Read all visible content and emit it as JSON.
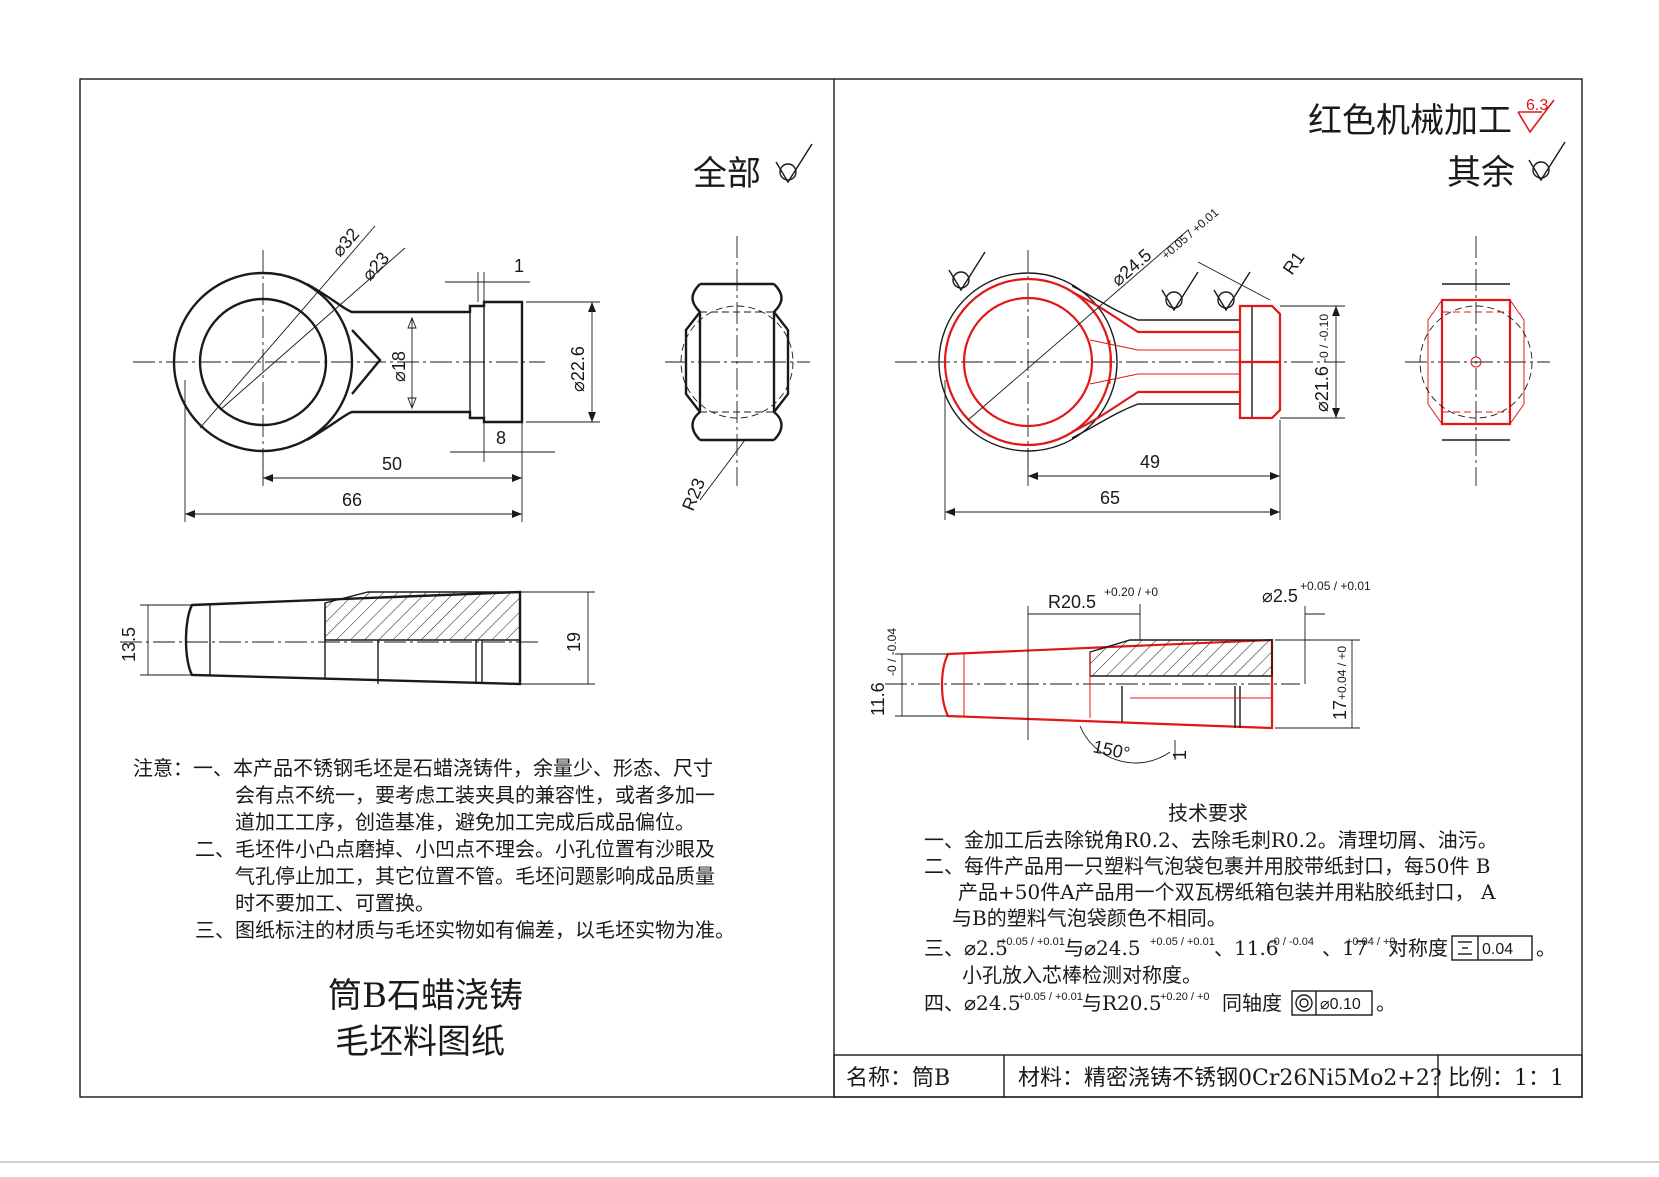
{
  "left_panel": {
    "roughness_label": "全部",
    "dims": {
      "d32": "⌀32",
      "d23": "⌀23",
      "d18": "⌀18",
      "d22_6": "⌀22.6",
      "w1": "1",
      "w8": "8",
      "l50": "50",
      "l66": "66",
      "r23": "R23",
      "h13_5": "13.5",
      "h19": "19"
    },
    "notes": {
      "line1": "注意：一、本产品不锈钢毛坯是石蜡浇铸件，余量少、形态、尺寸",
      "line2": "会有点不统一，要考虑工装夹具的兼容性，或者多加一",
      "line3": "道加工工序，创造基准，避免加工完成后成品偏位。",
      "line4": "二、毛坯件小凸点磨掉、小凹点不理会。小孔位置有沙眼及",
      "line5": "气孔停止加工，其它位置不管。毛坯问题影响成品质量",
      "line6": "时不要加工、可置换。",
      "line7": "三、图纸标注的材质与毛坯实物如有偏差，以毛坯实物为准。"
    },
    "title_line1": "筒B石蜡浇铸",
    "title_line2": "毛坯料图纸"
  },
  "right_panel": {
    "header_red_label": "红色机械加工",
    "roughness_value": "6.3",
    "other_label": "其余",
    "dims": {
      "d24_5": "⌀24.5",
      "d24_5_tol": "+0.05 / +0.01",
      "r1": "R1",
      "d21_6": "⌀21.6",
      "d21_6_tol": "-0 / -0.10",
      "l49": "49",
      "l65": "65",
      "r20_5": "R20.5",
      "r20_5_tol": "+0.20 / +0",
      "d2_5": "⌀2.5",
      "d2_5_tol": "+0.05 / +0.01",
      "h11_6": "11.6",
      "h11_6_tol": "-0 / -0.04",
      "h17": "17",
      "h17_tol": "+0.04 / +0",
      "a150": "150°",
      "w1": "1"
    },
    "tech_title": "技术要求",
    "tech": {
      "line1": "一、金加工后去除锐角R0.2、去除毛刺R0.2。清理切屑、油污。",
      "line2": "二、每件产品用一只塑料气泡袋包裹并用胶带纸封口，每50件 B",
      "line3": "产品+50件A产品用一个双瓦楞纸箱包装并用粘胶纸封口， A",
      "line4": "与B的塑料气泡袋颜色不相同。",
      "line5a": "三、⌀2.5",
      "line5_tol1": "+0.05 / +0.01",
      "line5b": "与⌀24.5",
      "line5_tol2": "+0.05 / +0.01",
      "line5c": "、11.6",
      "line5_tol3": "-0 / -0.04",
      "line5d": "、17",
      "line5_tol4": "+0.04 / +0",
      "line5e": "对称度",
      "line5_frame": "0.04",
      "line5f": "。",
      "line6": "小孔放入芯棒检测对称度。",
      "line7a": "四、⌀24.5",
      "line7_tol1": "+0.05 / +0.01",
      "line7b": "与R20.5",
      "line7_tol2": "+0.20 / +0",
      "line7c": "同轴度",
      "line7_frame": "⌀0.10",
      "line7d": "。"
    }
  },
  "title_block": {
    "name": "名称：筒B",
    "material": "材料：精密浇铸不锈钢0Cr26Ni5Mo2+2?",
    "scale": "比例：1：1"
  },
  "colors": {
    "ink": "#1a1a1a",
    "machined": "#e01818",
    "paper": "#ffffff"
  }
}
